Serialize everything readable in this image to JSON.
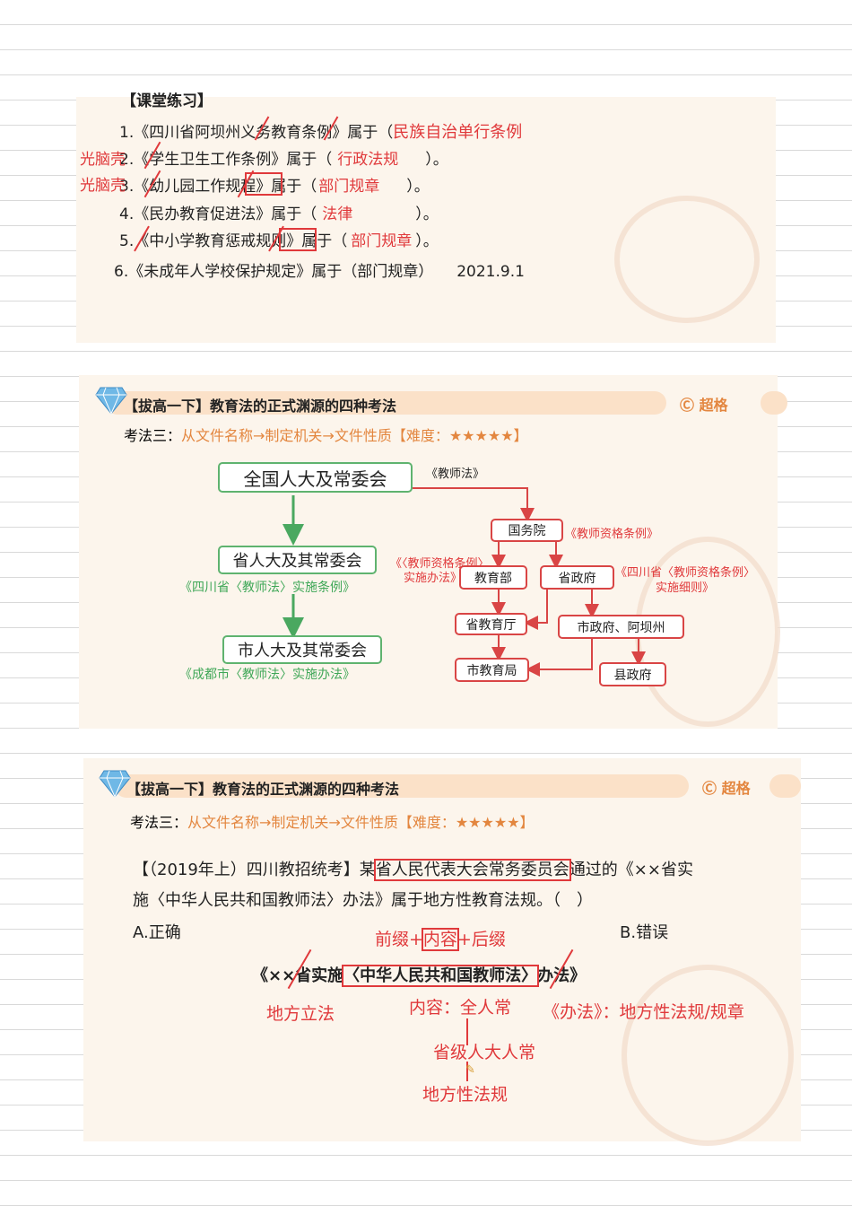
{
  "slide1": {
    "heading": "【课堂练习】",
    "items": [
      {
        "text": "1.《四川省阿坝州义务教育条例》属于（",
        "answer": "民族自治单行条例",
        "end": "）"
      },
      {
        "text": "2.《学生卫生工作条例》属于（",
        "answer": "行政法规",
        "end": "）。"
      },
      {
        "text": "3.《幼儿园工作规程》属于（",
        "answer": "部门规章",
        "end": "）。"
      },
      {
        "text": "4.《民办教育促进法》属于（",
        "answer": "法律",
        "end": "）。"
      },
      {
        "text": "5.《中小学教育惩戒规则》属于（",
        "answer": "部门规章",
        "end": "）。"
      }
    ],
    "item6": "6.《未成年人学校保护规定》属于（部门规章）",
    "date": "2021.9.1",
    "margin_notes": [
      "光脑壳",
      "光脑壳"
    ]
  },
  "slide2": {
    "header": "【拔高一下】教育法的正式渊源的四种考法",
    "brand": "超格",
    "method_label": "考法三：",
    "method_text": "从文件名称→制定机关→文件性质【难度：★★★★★】",
    "green_boxes": [
      "全国人大及常委会",
      "省人大及其常委会",
      "市人大及其常委会"
    ],
    "green_captions": [
      "《四川省〈教师法〉实施条例》",
      "《成都市〈教师法〉实施办法》"
    ],
    "red_boxes": {
      "guowuyuan": "国务院",
      "jiaoyubu": "教育部",
      "shengzhengfu": "省政府",
      "shengjiaoyuting": "省教育厅",
      "shizhengfu": "市政府、阿坝州",
      "shijiaoyuju": "市教育局",
      "xianzhengfu": "县政府"
    },
    "red_captions": {
      "law": "《教师法》",
      "regulation": "《教师资格条例》",
      "measures_1": "《〈教师资格条例〉",
      "measures_2": "实施办法》",
      "rules_1": "《四川省〈教师资格条例〉",
      "rules_2": "实施细则》"
    }
  },
  "slide3": {
    "header": "【拔高一下】教育法的正式渊源的四种考法",
    "brand": "超格",
    "method_label": "考法三：",
    "method_text": "从文件名称→制定机关→文件性质【难度：★★★★★】",
    "q_pre": "【（2019年上）四川教招统考】某",
    "q_box": "省人民代表大会常务委员会",
    "q_post": "通过的《××省实",
    "q_line2": "施〈中华人民共和国教师法〉办法》属于地方性教育法规。（　）",
    "option_a": "A.正确",
    "option_b": "B.错误",
    "formula_pre": "前缀+",
    "formula_box": "内容",
    "formula_post": "+后缀",
    "title_pre": "《××省实施",
    "title_box": "〈中华人民共和国教师法〉",
    "title_post": "办法》",
    "note_local": "地方立法",
    "note_content": "内容：全人常",
    "note_measures": "《办法》：地方性法规/规章",
    "note_provincial": "省级人大人常",
    "note_result": "地方性法规"
  }
}
